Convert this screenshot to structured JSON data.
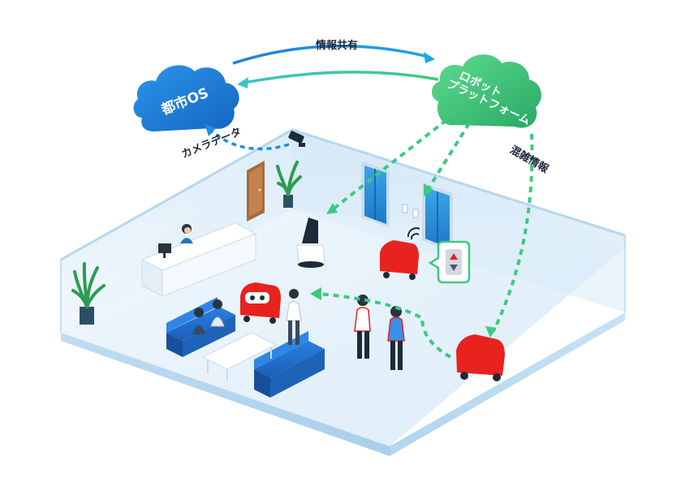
{
  "clouds": {
    "city_os": "都市OS",
    "robot_platform_line1": "ロボット",
    "robot_platform_line2": "プラットフォーム"
  },
  "flows": {
    "info_sharing": "情報共有",
    "camera_data": "カメラデータ",
    "congestion_info": "混雑情報"
  },
  "colors": {
    "os_blue": "#1f7fd8",
    "platform_green": "#3cc07a",
    "robot_red": "#e8221e",
    "floor": "#e6f2fb",
    "arrow_blue": "#1b8fe0",
    "arrow_green": "#3ec97e"
  }
}
